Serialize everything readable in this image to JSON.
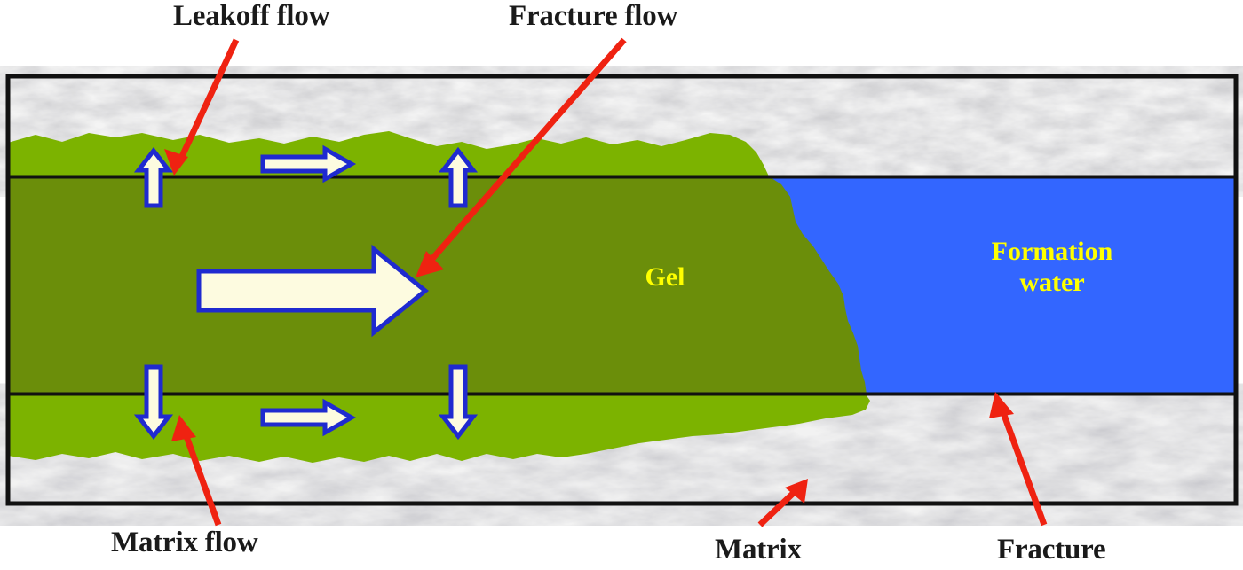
{
  "figure": {
    "title_present": false,
    "description": "Schematic cross-section of a fracture filled with gel displacing formation water, with leakoff and matrix flow into the surrounding rock matrix"
  },
  "labels": {
    "leakoff_flow": "Leakoff flow",
    "fracture_flow": "Fracture flow",
    "matrix_flow": "Matrix flow",
    "matrix": "Matrix",
    "fracture": "Fracture",
    "gel": "Gel",
    "formation_water_line1": "Formation",
    "formation_water_line2": "water"
  },
  "regions": [
    {
      "name": "matrix-rock",
      "label": "Matrix",
      "color": "#e8e8e8"
    },
    {
      "name": "leakoff-zone-upper",
      "label": "",
      "color": "#7cb300"
    },
    {
      "name": "leakoff-zone-lower",
      "label": "",
      "color": "#7cb300"
    },
    {
      "name": "gel-in-fracture",
      "label": "Gel",
      "color": "#6b8e0a"
    },
    {
      "name": "formation-water",
      "label": "Formation water",
      "color": "#3366ff"
    }
  ],
  "colors": {
    "gel_dark_green": "#6b8e0a",
    "leakoff_light_green": "#7cb300",
    "formation_water_blue": "#3366ff",
    "matrix_gray": "#e9e9e9",
    "arrow_fill": "#fdfbe0",
    "arrow_stroke": "#1f2ad0",
    "pointer_red": "#ef2211",
    "frame_black": "#111111",
    "label_text": "#1a1a1a",
    "inner_label_text": "#ffff00"
  },
  "arrows": {
    "flow_arrows": [
      {
        "name": "leakoff-arrow-up-left",
        "direction": "up",
        "meaning": "Leakoff flow"
      },
      {
        "name": "leakoff-arrow-right-upper",
        "direction": "right",
        "meaning": "Matrix flow in upper leakoff zone"
      },
      {
        "name": "leakoff-arrow-up-right",
        "direction": "up",
        "meaning": "Leakoff flow"
      },
      {
        "name": "fracture-flow-arrow-main",
        "direction": "right",
        "meaning": "Fracture flow"
      },
      {
        "name": "leakoff-arrow-down-left",
        "direction": "down",
        "meaning": "Leakoff flow"
      },
      {
        "name": "leakoff-arrow-right-lower",
        "direction": "right",
        "meaning": "Matrix flow in lower leakoff zone"
      },
      {
        "name": "leakoff-arrow-down-right",
        "direction": "down",
        "meaning": "Leakoff flow"
      }
    ],
    "pointers": [
      {
        "name": "pointer-leakoff-flow",
        "target": "leakoff-arrow-up-left"
      },
      {
        "name": "pointer-fracture-flow",
        "target": "fracture-flow-arrow-main"
      },
      {
        "name": "pointer-matrix-flow",
        "target": "leakoff-arrow-down-left"
      },
      {
        "name": "pointer-matrix",
        "target": "matrix-rock"
      },
      {
        "name": "pointer-fracture",
        "target": "formation-water"
      }
    ]
  }
}
